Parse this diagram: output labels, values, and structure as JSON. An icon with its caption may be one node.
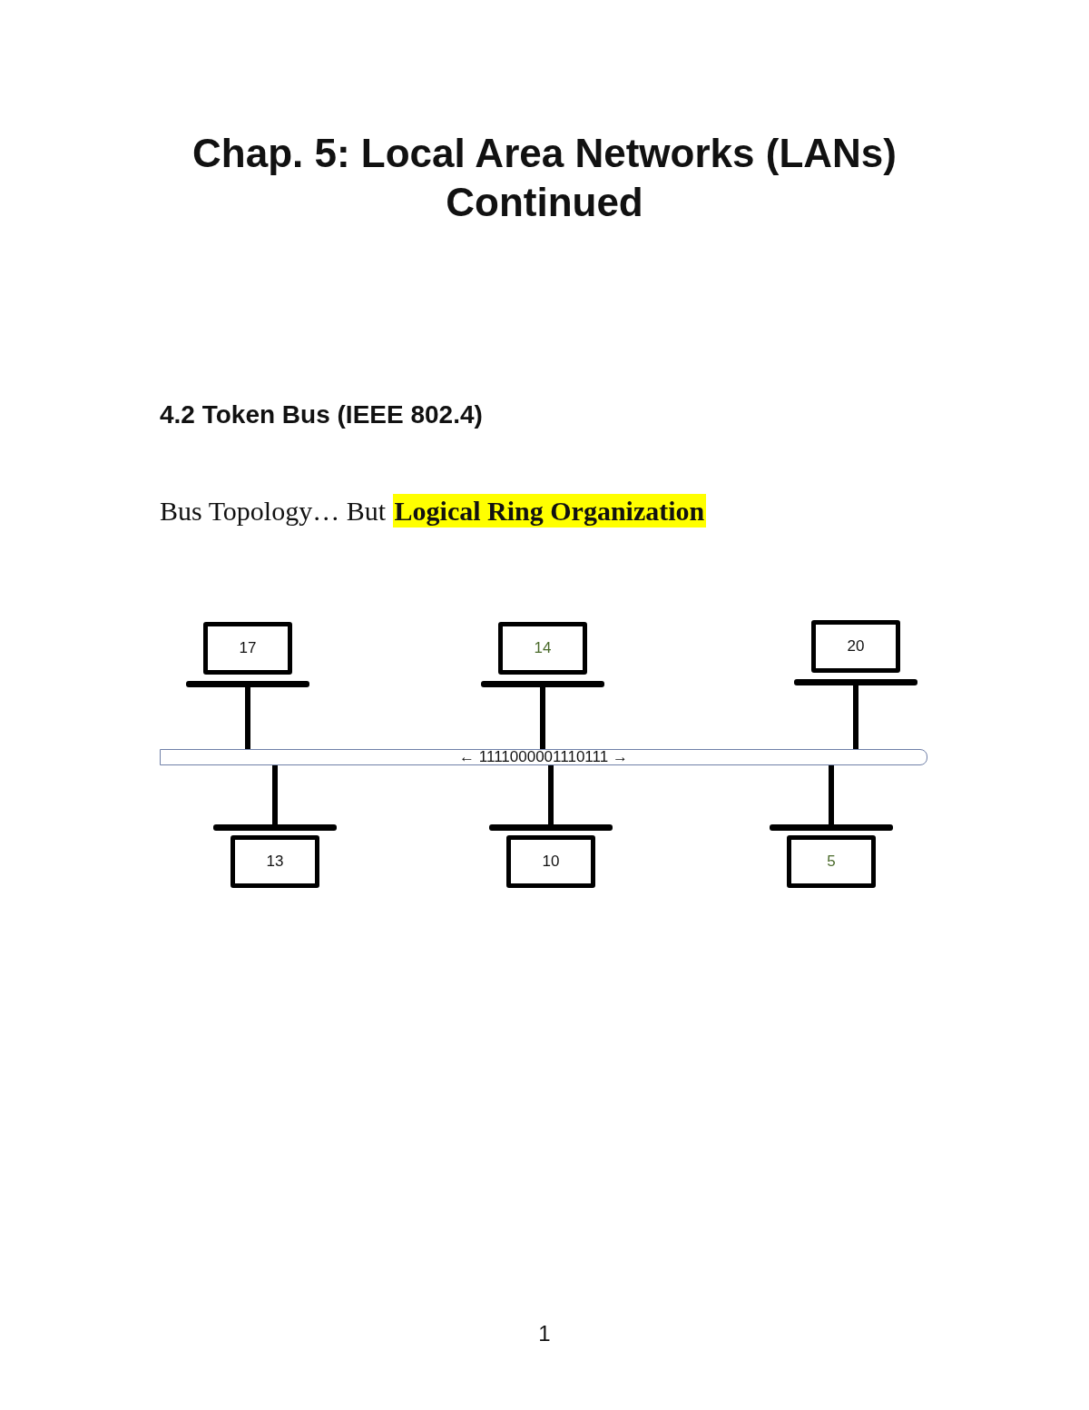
{
  "diagram": {
    "title": "Chap. 5: Local Area Networks (LANs) Continued",
    "nodes": [
      {
        "text": [
          "17"
        ]
      },
      {
        "text": [
          "14"
        ]
      },
      {
        "text": [
          "20"
        ]
      },
      {
        "text": [
          "← 1111000001110111 →"
        ]
      },
      {
        "text": [
          "13"
        ]
      },
      {
        "text": [
          "10"
        ]
      },
      {
        "text": [
          "5"
        ]
      }
    ],
    "edges": [
      {
        "from": 0,
        "to": 3,
        "arrow": "none"
      },
      {
        "from": 1,
        "to": 3,
        "arrow": "none"
      },
      {
        "from": 2,
        "to": 3,
        "arrow": "none"
      },
      {
        "from": 4,
        "to": 3,
        "arrow": "none"
      },
      {
        "from": 5,
        "to": 3,
        "arrow": "none"
      },
      {
        "from": 6,
        "to": 3,
        "arrow": "none"
      }
    ],
    "labels": [
      "4.2 Token Bus (IEEE 802.4)",
      "Bus Topology… But **Logical Ring Organization**",
      "1"
    ]
  }
}
